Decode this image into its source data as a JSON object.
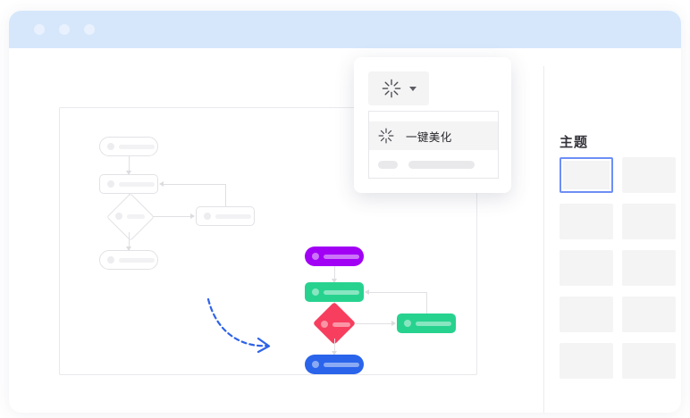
{
  "window": {
    "titlebar": {
      "color": "#d6e7fb",
      "dots": [
        "window-dot-1",
        "window-dot-2",
        "window-dot-3"
      ]
    }
  },
  "toolbar": {
    "button_icon": "sparkle-icon",
    "caret_icon": "chevron-down-icon"
  },
  "dropdown": {
    "items": [
      {
        "icon": "sparkle-icon",
        "label": "一键美化",
        "selected": true
      },
      {
        "icon": "placeholder",
        "label": "",
        "selected": false
      }
    ]
  },
  "sidebar": {
    "title": "主题",
    "themes": [
      {
        "name": "theme-1",
        "selected": true
      },
      {
        "name": "theme-2",
        "selected": false
      },
      {
        "name": "theme-3",
        "selected": false
      },
      {
        "name": "theme-4",
        "selected": false
      },
      {
        "name": "theme-5",
        "selected": false
      },
      {
        "name": "theme-6",
        "selected": false
      },
      {
        "name": "theme-7",
        "selected": false
      },
      {
        "name": "theme-8",
        "selected": false
      },
      {
        "name": "theme-9",
        "selected": false
      },
      {
        "name": "theme-10",
        "selected": false
      }
    ]
  },
  "canvas": {
    "flow_before": {
      "label": "plain-flowchart",
      "nodes": [
        {
          "id": "start",
          "shape": "pill",
          "color": "#ffffff"
        },
        {
          "id": "process1",
          "shape": "rect",
          "color": "#ffffff"
        },
        {
          "id": "decision",
          "shape": "diamond",
          "color": "#ffffff"
        },
        {
          "id": "end",
          "shape": "pill",
          "color": "#ffffff"
        },
        {
          "id": "process2",
          "shape": "rect",
          "color": "#ffffff"
        }
      ],
      "connector_color": "#e0e0e4"
    },
    "flow_after": {
      "label": "beautified-flowchart",
      "nodes": [
        {
          "id": "start",
          "shape": "pill",
          "color": "#a100f5"
        },
        {
          "id": "process1",
          "shape": "rect",
          "color": "#27d28f"
        },
        {
          "id": "decision",
          "shape": "diamond",
          "color": "#f73e5e"
        },
        {
          "id": "end",
          "shape": "pill",
          "color": "#2a64eb"
        },
        {
          "id": "process2",
          "shape": "rect",
          "color": "#27d28f"
        }
      ],
      "connector_color": "#e0e0e4"
    },
    "transform_arrow": {
      "icon": "dashed-curved-arrow-icon",
      "color": "#2f63e8"
    }
  },
  "colors": {
    "titlebar": "#d6e7fb",
    "accent_blue": "#6d8ef6",
    "purple": "#a100f5",
    "green": "#27d28f",
    "red": "#f73e5e",
    "blue": "#2a64eb",
    "arrow_blue": "#2f63e8",
    "swatch_grey": "#f4f4f5"
  }
}
